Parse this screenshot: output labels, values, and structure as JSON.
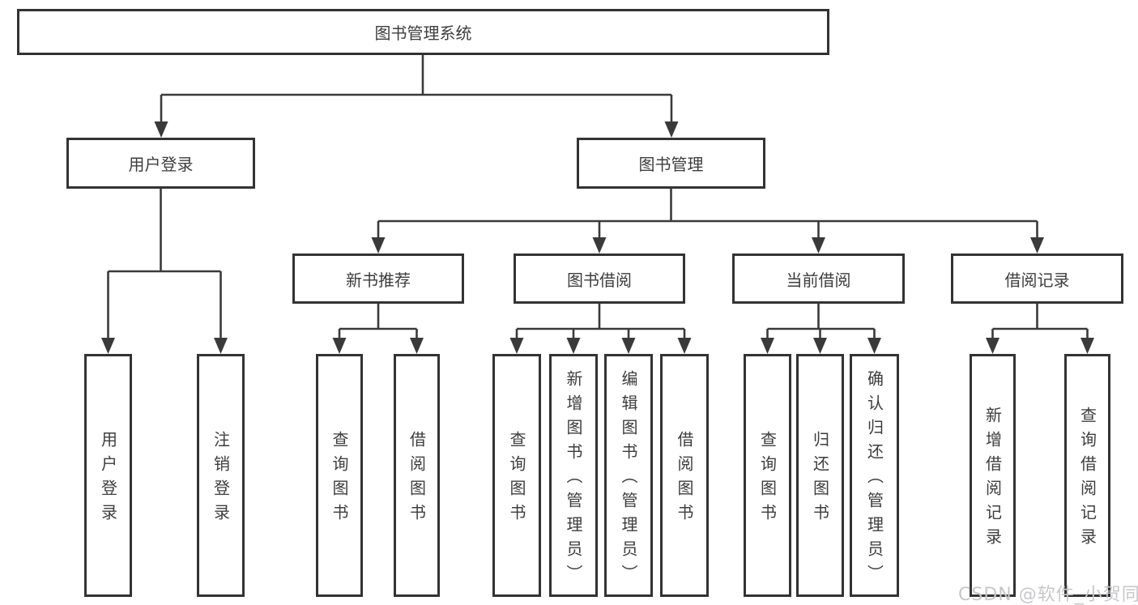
{
  "tree": {
    "label": "图书管理系统",
    "children": [
      {
        "label": "用户登录",
        "children": [
          {
            "label": "用户登录"
          },
          {
            "label": "注销登录"
          }
        ]
      },
      {
        "label": "图书管理",
        "children": [
          {
            "label": "新书推荐",
            "children": [
              {
                "label": "查询图书"
              },
              {
                "label": "借阅图书"
              }
            ]
          },
          {
            "label": "图书借阅",
            "children": [
              {
                "label": "查询图书"
              },
              {
                "label": "新增图书（管理员）"
              },
              {
                "label": "编辑图书（管理员）"
              },
              {
                "label": "借阅图书"
              }
            ]
          },
          {
            "label": "当前借阅",
            "children": [
              {
                "label": "查询图书"
              },
              {
                "label": "归还图书"
              },
              {
                "label": "确认归还（管理员）"
              }
            ]
          },
          {
            "label": "借阅记录",
            "children": [
              {
                "label": "新增借阅记录"
              },
              {
                "label": "查询借阅记录"
              }
            ]
          }
        ]
      }
    ]
  },
  "colors": {
    "line": "#3a3a3a",
    "border": "#333333",
    "text": "#3d3d3d",
    "watermark": "#c9c6cb",
    "background": "#ffffff"
  },
  "watermark": "CSDN @软件_小贺同学"
}
